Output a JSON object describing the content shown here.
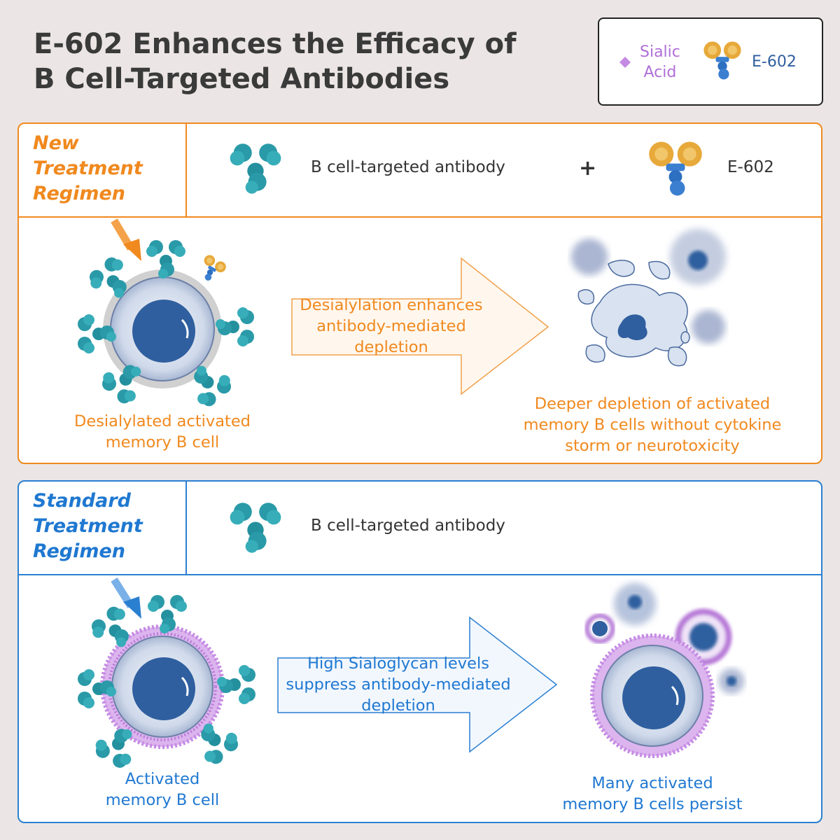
{
  "title_line1": "E-602 Enhances the Efficacy of",
  "title_line2": "B Cell-Targeted Antibodies",
  "legend": {
    "sialic_line1": "Sialic",
    "sialic_line2": "Acid",
    "e602": "E-602"
  },
  "new": {
    "regimen": [
      "New",
      "Treatment",
      "Regimen"
    ],
    "antibody_label": "B cell-targeted antibody",
    "plus": "+",
    "e602_label": "E-602",
    "arrow_text": [
      "Desialylation enhances",
      "antibody-mediated",
      "depletion"
    ],
    "cell_caption": [
      "Desialylated activated",
      "memory B cell"
    ],
    "result_caption": [
      "Deeper depletion of activated",
      "memory B cells without cytokine",
      "storm or neurotoxicity"
    ]
  },
  "standard": {
    "regimen": [
      "Standard",
      "Treatment",
      "Regimen"
    ],
    "antibody_label": "B cell-targeted antibody",
    "arrow_text": [
      "High Sialoglycan levels",
      "suppress antibody-mediated",
      "depletion"
    ],
    "cell_caption": [
      "Activated",
      "memory B cell"
    ],
    "result_caption": [
      "Many activated",
      "memory B cells persist"
    ]
  },
  "colors": {
    "orange": "#f0891e",
    "blue": "#2a7fd0",
    "teal_antibody": "#2a9aa8",
    "gold": "#e7a93a",
    "nucleus": "#2f5f9f",
    "sialic": "#c58be4"
  },
  "icons": [
    "antibody-icon",
    "e602-icon",
    "sialic-acid-icon",
    "b-cell-icon",
    "depleted-cell-icon"
  ]
}
